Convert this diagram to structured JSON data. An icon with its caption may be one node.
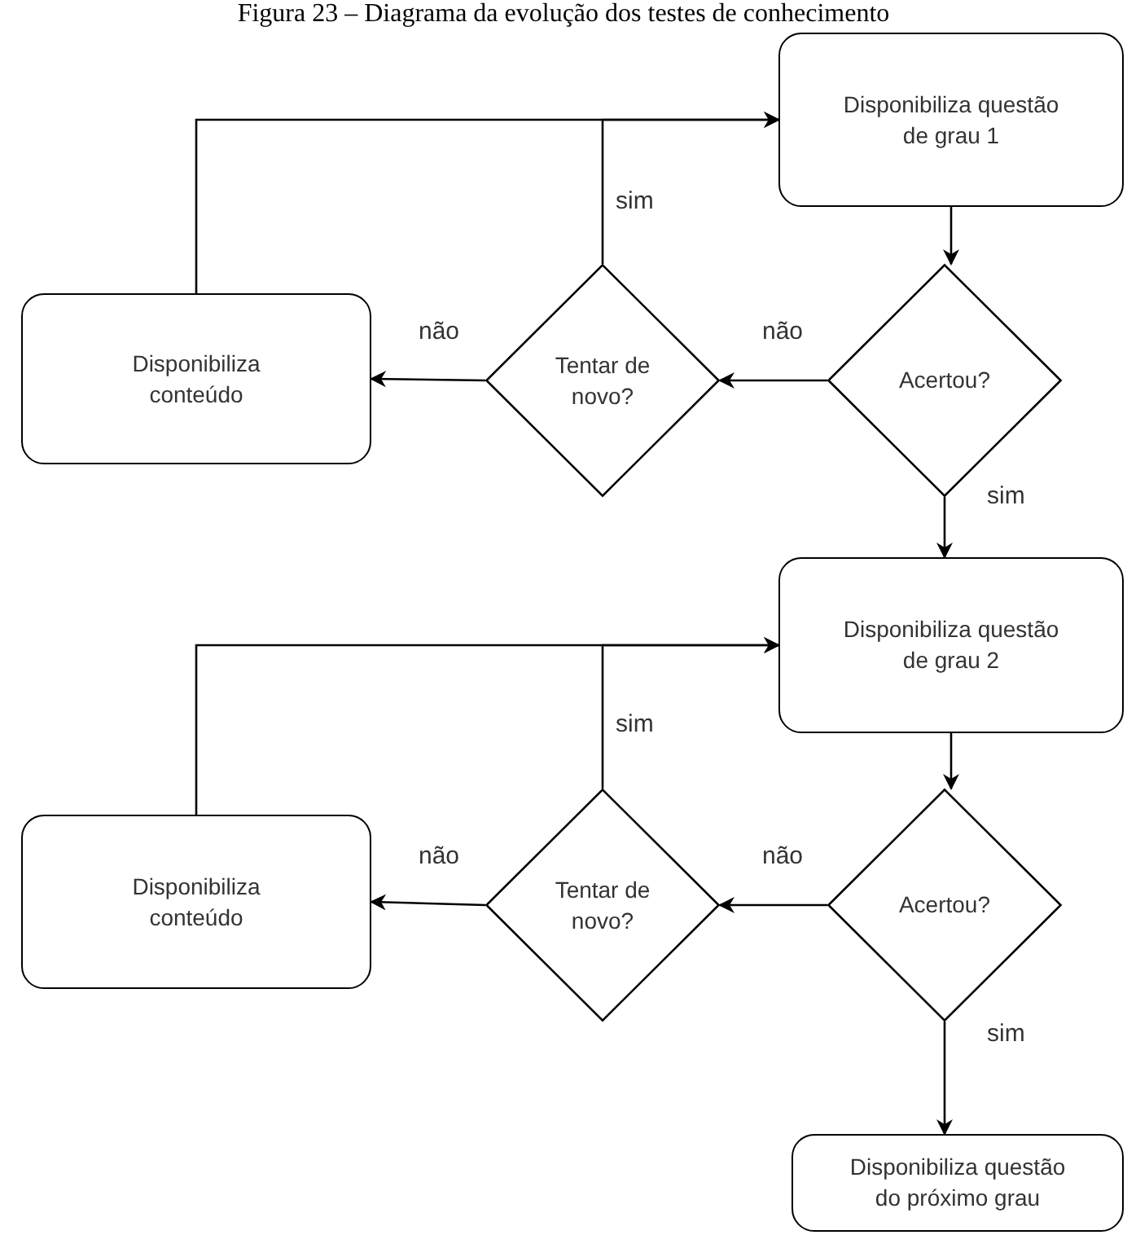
{
  "diagram": {
    "title": "Figura 23 – Diagrama da evolução dos testes de conhecimento",
    "nodes": [
      {
        "text": [
          "Disponibiliza questão de grau 1"
        ]
      },
      {
        "text": [
          "Acertou?"
        ]
      },
      {
        "text": [
          "Tentar de novo?"
        ]
      },
      {
        "text": [
          "Disponibiliza conteúdo"
        ]
      },
      {
        "text": [
          "Disponibiliza questão de grau 2"
        ]
      },
      {
        "text": [
          "Acertou?"
        ]
      },
      {
        "text": [
          "Tentar de novo?"
        ]
      },
      {
        "text": [
          "Disponibiliza conteúdo"
        ]
      },
      {
        "text": [
          "Disponibiliza questão do próximo grau"
        ]
      }
    ],
    "edges": [
      {
        "from": 0,
        "to": 1,
        "arrow": "to"
      },
      {
        "from": 1,
        "to": 2,
        "arrow": "to",
        "label": "não"
      },
      {
        "from": 2,
        "to": 3,
        "arrow": "to",
        "label": "não"
      },
      {
        "from": 2,
        "to": 0,
        "arrow": "to",
        "label": "sim"
      },
      {
        "from": 3,
        "to": 0,
        "arrow": "to"
      },
      {
        "from": 1,
        "to": 4,
        "arrow": "to",
        "label": "sim"
      },
      {
        "from": 4,
        "to": 5,
        "arrow": "to"
      },
      {
        "from": 5,
        "to": 6,
        "arrow": "to",
        "label": "não"
      },
      {
        "from": 6,
        "to": 7,
        "arrow": "to",
        "label": "não"
      },
      {
        "from": 6,
        "to": 4,
        "arrow": "to",
        "label": "sim"
      },
      {
        "from": 7,
        "to": 4,
        "arrow": "to"
      },
      {
        "from": 5,
        "to": 8,
        "arrow": "to",
        "label": "sim"
      }
    ]
  }
}
